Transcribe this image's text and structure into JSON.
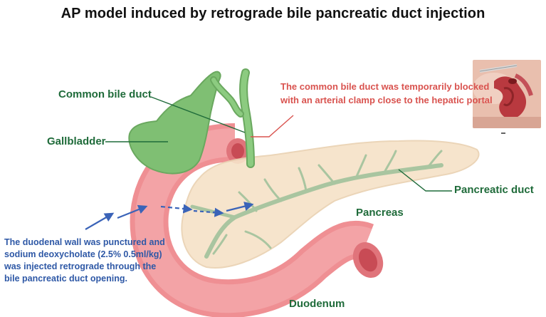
{
  "title": "AP model induced by retrograde bile pancreatic duct injection",
  "labels": {
    "common_bile_duct": "Common bile duct",
    "gallbladder": "Gallbladder",
    "pancreatic_duct": "Pancreatic duct",
    "pancreas": "Pancreas",
    "duodenum": "Duodenum"
  },
  "notes": {
    "clamp": [
      "The common bile duct was temporarily blocked",
      "with an arterial clamp close to the hepatic portal"
    ],
    "injection": [
      "The duodenal wall was punctured and",
      "sodium deoxycholate (2.5%  0.5ml/kg)",
      "was injected retrograde through the",
      "bile pancreatic duct opening."
    ]
  },
  "colors": {
    "title": "#111111",
    "organ_label": "#1f6b3a",
    "clamp_note": "#d9534f",
    "injection_note": "#2e58a6",
    "gallbladder": "#7fbf73",
    "duodenum": "#ef8f93",
    "pancreas": "#f6e2c8",
    "duct": "#a9c5a0"
  }
}
